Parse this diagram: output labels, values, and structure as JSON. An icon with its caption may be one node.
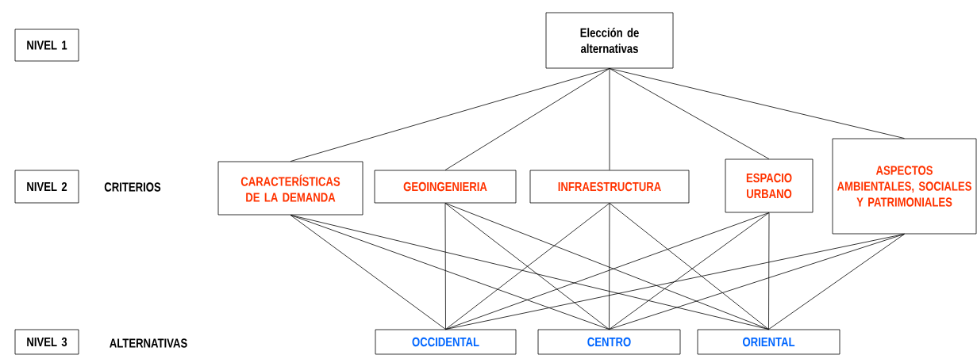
{
  "diagram": {
    "nodes": [
      {
        "text": [
          "NIVEL 1"
        ]
      },
      {
        "text": [
          "Elección de alternativas"
        ]
      },
      {
        "text": [
          "NIVEL 2"
        ]
      },
      {
        "text": [
          "CARACTERÍSTICAS DE LA DEMANDA"
        ]
      },
      {
        "text": [
          "GEOINGENIERIA"
        ]
      },
      {
        "text": [
          "INFRAESTRUCTURA"
        ]
      },
      {
        "text": [
          "ESPACIO URBANO"
        ]
      },
      {
        "text": [
          "ASPECTOS AMBIENTALES, SOCIALES Y PATRIMONIALES"
        ]
      },
      {
        "text": [
          "NIVEL 3"
        ]
      },
      {
        "text": [
          "OCCIDENTAL"
        ]
      },
      {
        "text": [
          "CENTRO"
        ]
      },
      {
        "text": [
          "ORIENTAL"
        ]
      }
    ],
    "edges": [
      {
        "from": 1,
        "to": 3,
        "arrow": "none"
      },
      {
        "from": 1,
        "to": 4,
        "arrow": "none"
      },
      {
        "from": 1,
        "to": 5,
        "arrow": "none"
      },
      {
        "from": 1,
        "to": 6,
        "arrow": "none"
      },
      {
        "from": 1,
        "to": 7,
        "arrow": "none"
      },
      {
        "from": 3,
        "to": 9,
        "arrow": "none"
      },
      {
        "from": 3,
        "to": 10,
        "arrow": "none"
      },
      {
        "from": 3,
        "to": 11,
        "arrow": "none"
      },
      {
        "from": 4,
        "to": 9,
        "arrow": "none"
      },
      {
        "from": 4,
        "to": 10,
        "arrow": "none"
      },
      {
        "from": 4,
        "to": 11,
        "arrow": "none"
      },
      {
        "from": 5,
        "to": 9,
        "arrow": "none"
      },
      {
        "from": 5,
        "to": 10,
        "arrow": "none"
      },
      {
        "from": 5,
        "to": 11,
        "arrow": "none"
      },
      {
        "from": 6,
        "to": 9,
        "arrow": "none"
      },
      {
        "from": 6,
        "to": 10,
        "arrow": "none"
      },
      {
        "from": 6,
        "to": 11,
        "arrow": "none"
      },
      {
        "from": 7,
        "to": 9,
        "arrow": "none"
      },
      {
        "from": 7,
        "to": 10,
        "arrow": "none"
      },
      {
        "from": 7,
        "to": 11,
        "arrow": "none"
      }
    ],
    "labels": [
      "CRITERIOS",
      "ALTERNATIVAS"
    ]
  }
}
